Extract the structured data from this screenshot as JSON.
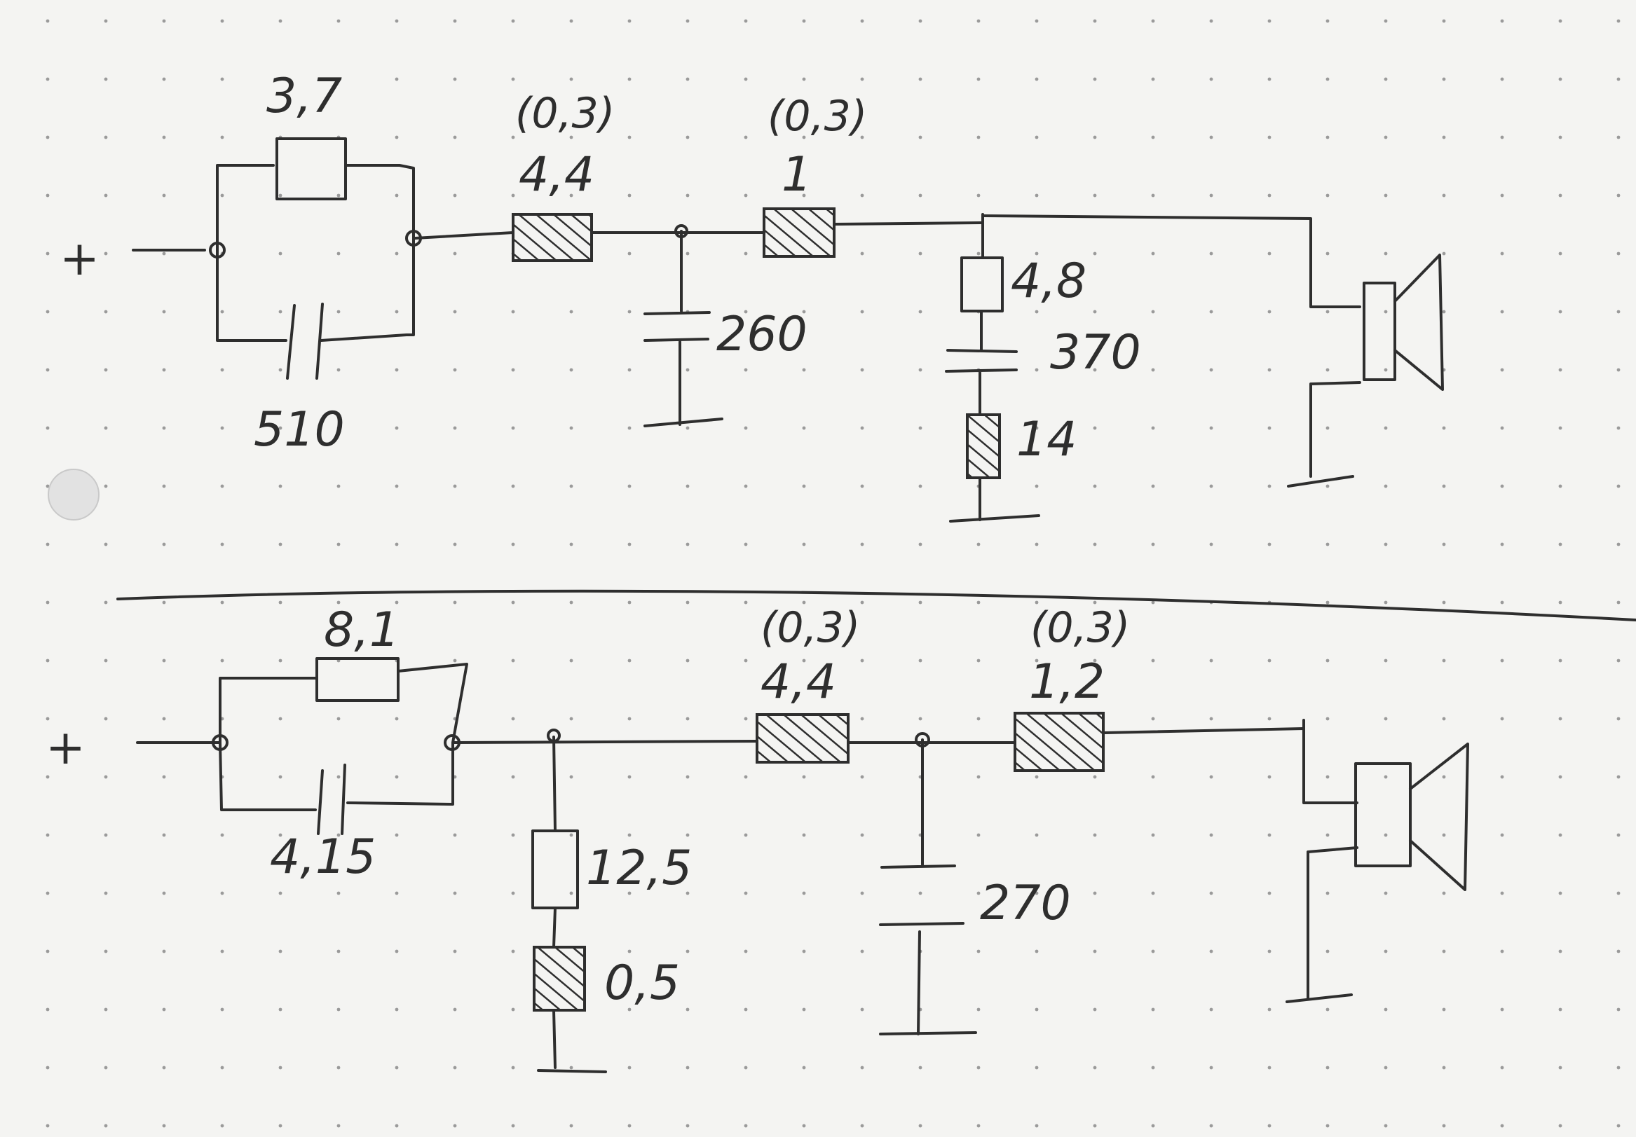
{
  "circuits": [
    {
      "input_terminal": "+",
      "labels": {
        "bridge_resistor": "3,7",
        "bridge_capacitor": "510",
        "series_inductor_1_dcr": "(0,3)",
        "series_inductor_1": "4,4",
        "series_inductor_2_dcr": "(0,3)",
        "series_inductor_2": "1",
        "shunt_capacitor": "260",
        "notch_resistor": "4,8",
        "notch_capacitor": "370",
        "notch_inductor": "14"
      }
    },
    {
      "input_terminal": "+",
      "labels": {
        "bridge_resistor": "8,1",
        "bridge_capacitor": "4,15",
        "series_inductor_1_dcr": "(0,3)",
        "series_inductor_1": "4,4",
        "series_inductor_2_dcr": "(0,3)",
        "series_inductor_2": "1,2",
        "shunt_resistor": "12,5",
        "shunt_inductor": "0,5",
        "shunt_capacitor": "270"
      }
    }
  ],
  "colors": {
    "ink": "#2e2e2e",
    "paper": "#f4f4f2"
  },
  "icons": [
    "speaker-icon",
    "punch-hole"
  ]
}
